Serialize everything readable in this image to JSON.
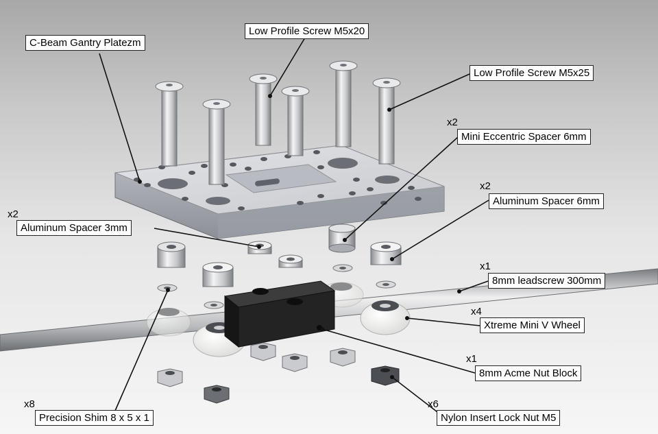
{
  "labels": {
    "gantry_plate": "C-Beam Gantry Platezm",
    "screw_m5x20": "Low Profile Screw M5x20",
    "screw_m5x25": "Low Profile Screw M5x25",
    "ecc_spacer": "Mini Eccentric Spacer 6mm",
    "al_spacer_6": "Aluminum Spacer 6mm",
    "al_spacer_3": "Aluminum Spacer 3mm",
    "leadscrew": "8mm leadscrew 300mm",
    "v_wheel": "Xtreme Mini V Wheel",
    "acme_nut": "8mm Acme Nut Block",
    "shim": "Precision Shim 8 x 5 x 1",
    "lock_nut": "Nylon Insert Lock Nut M5"
  },
  "quantities": {
    "ecc_spacer": "x2",
    "al_spacer_6": "x2",
    "al_spacer_3": "x2",
    "leadscrew": "x1",
    "v_wheel": "x4",
    "acme_nut": "x1",
    "shim": "x8",
    "lock_nut": "x6"
  },
  "colors": {
    "metal_light": "#e8e8ea",
    "metal_mid": "#b5b8bc",
    "metal_dark": "#6e7276",
    "block": "#2b2b2b",
    "wheel": "#f2f2f0",
    "leader_line": "#111111"
  }
}
